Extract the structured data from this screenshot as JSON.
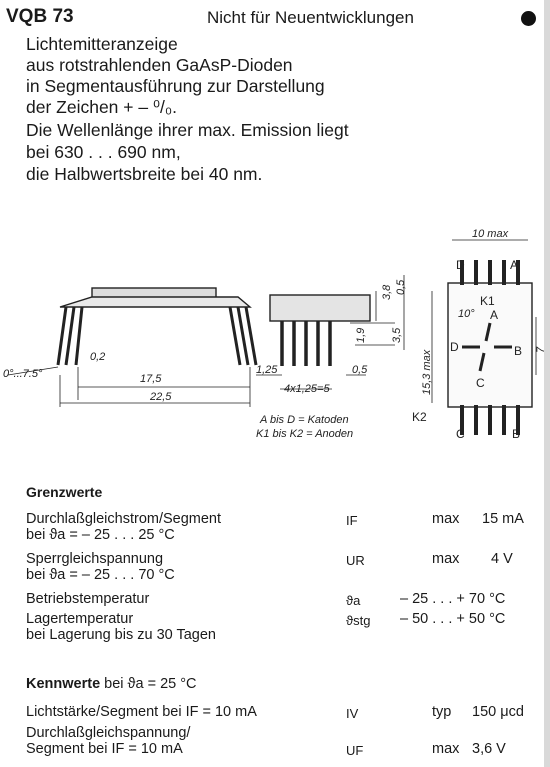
{
  "header": {
    "part": "VQB 73",
    "status": "Nicht für Neuentwicklungen"
  },
  "description": [
    "Lichtemitteranzeige",
    "aus rotstrahlenden GaAsP-Dioden",
    "in Segmentausführung zur Darstellung",
    "der Zeichen + – ⁰/₀.",
    "Die Wellenlänge ihrer max. Emission liegt",
    "bei 630 . . . 690 nm,",
    "die Halbwertsbreite bei 40 nm."
  ],
  "drawing": {
    "dims": {
      "angle": "0°...7.5°",
      "d02": "0,2",
      "d175": "17,5",
      "d225": "22,5",
      "d125": "1,25",
      "pitch": "4x1,25=5",
      "d05a": "0,5",
      "d05b": "0,5",
      "d38": "3,8",
      "d19": "1,9",
      "d35": "3,5",
      "d153": "15,3 max",
      "d10": "10 max",
      "d7": "7",
      "deg10": "10°"
    },
    "pins": {
      "D": "D",
      "A": "A",
      "K1": "K1",
      "K2": "K2",
      "C": "C",
      "B": "B"
    },
    "legend": [
      "A bis D = Katoden",
      "K1 bis K2 = Anoden"
    ]
  },
  "grenzwerte": {
    "title": "Grenzwerte",
    "rows": [
      {
        "label1": "Durchlaßgleichstrom/Segment",
        "label2": "bei ϑa = – 25 . . . 25 °C",
        "symbol": "IF",
        "qual": "max",
        "value": "15 mA"
      },
      {
        "label1": "Sperrgleichspannung",
        "label2": "bei ϑa = – 25 . . . 70 °C",
        "symbol": "UR",
        "qual": "max",
        "value": "4 V"
      },
      {
        "label1": "Betriebstemperatur",
        "label2": "",
        "symbol": "ϑa",
        "qual": "",
        "value": "– 25 . . . + 70 °C"
      },
      {
        "label1": "Lagertemperatur",
        "label2": "bei Lagerung bis zu 30 Tagen",
        "symbol": "ϑstg",
        "qual": "",
        "value": "– 50 . . . + 50 °C"
      }
    ]
  },
  "kennwerte": {
    "title": "Kennwerte",
    "cond": "bei ϑa = 25 °C",
    "rows": [
      {
        "label1": "Lichtstärke/Segment bei IF = 10 mA",
        "label2": "",
        "symbol": "IV",
        "qual": "typ",
        "value": "150 μcd"
      },
      {
        "label1": "Durchlaßgleichspannung/",
        "label2": "Segment bei IF = 10 mA",
        "symbol": "UF",
        "qual": "max",
        "value": "3,6 V"
      }
    ]
  }
}
